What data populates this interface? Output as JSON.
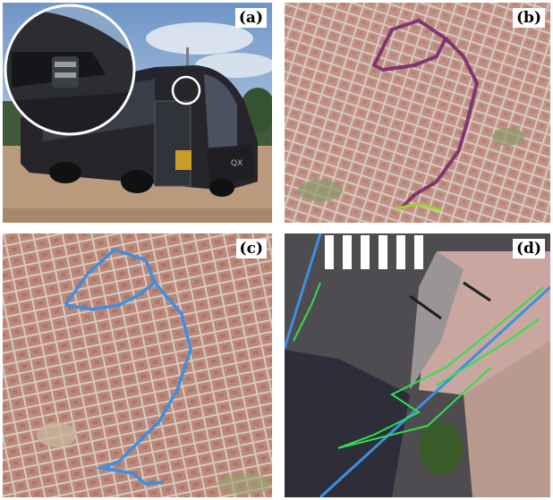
{
  "panels": [
    {
      "id": "a",
      "label": "(a)"
    },
    {
      "id": "b",
      "label": "(b)"
    },
    {
      "id": "c",
      "label": "(c)"
    },
    {
      "id": "d",
      "label": "(d)"
    }
  ],
  "colors": {
    "route_b": "#7a2a6a",
    "route_b_start": "#9bd22a",
    "route_c": "#3d8fe0",
    "trajectory_d_green": "#2fe04a",
    "trajectory_d_blue": "#3d8fe0",
    "bus_body": "#2a2a30",
    "sky": "#9dbfe0"
  },
  "icons": {
    "panel_a": "bus-photo-with-lidar-inset",
    "panel_b": "aerial-map-with-route",
    "panel_c": "aerial-map-with-route",
    "panel_d": "satellite-closeup-with-trajectories"
  }
}
